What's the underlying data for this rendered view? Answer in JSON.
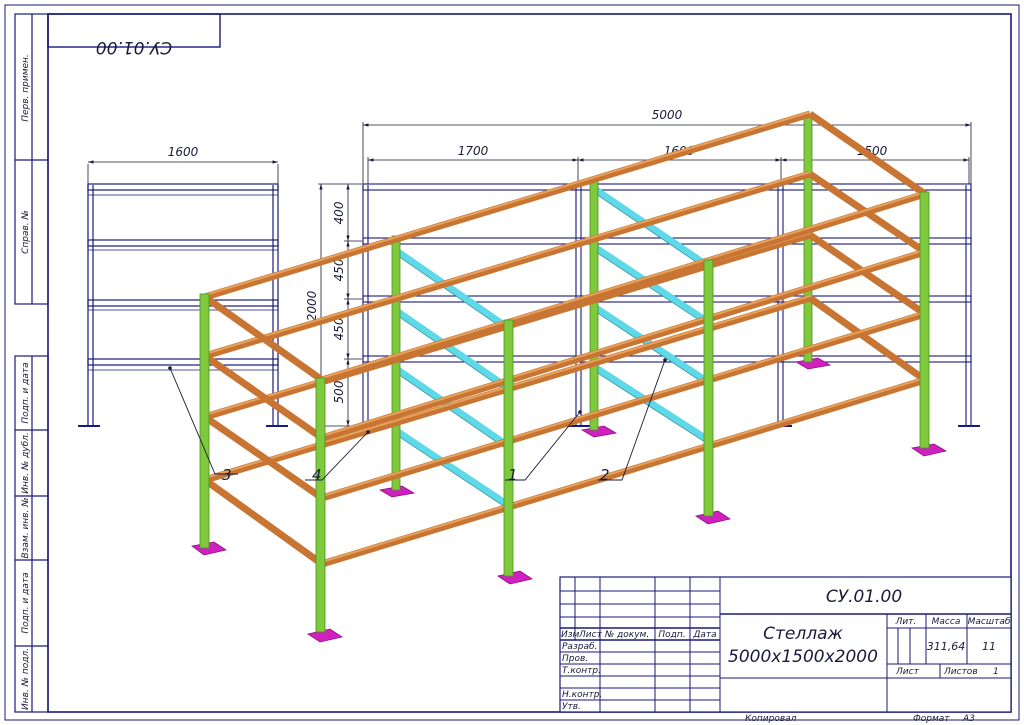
{
  "drawing": {
    "code_top": "СУ.01.00",
    "code": "СУ.01.00",
    "title_line1": "Стеллаж",
    "title_line2": "5000х1500х2000",
    "mass": "311,64",
    "scale": "11",
    "sheet_label": "Лист",
    "sheets_label": "Листов",
    "sheets_value": "1",
    "format_label": "Формат",
    "format_value": "А3",
    "copied_label": "Копировал"
  },
  "headers": {
    "lit": "Лит.",
    "mass": "Масса",
    "scale": "Масштаб",
    "izm": "Изм",
    "list": "Лист",
    "doc": "№ докум.",
    "sign": "Подп.",
    "date": "Дата"
  },
  "roles": [
    "Разраб.",
    "Пров.",
    "Т.контр.",
    "",
    "Н.контр.",
    "Утв."
  ],
  "side_labels": [
    "Перв. примен.",
    "Справ. №",
    "Подп. и дата",
    "Инв. № дубл.",
    "Взам. инв. №",
    "Подп. и дата",
    "Инв. № подл."
  ],
  "dimensions": {
    "overall": "5000",
    "side_width": "1600",
    "bay1": "1700",
    "bay2": "1600",
    "bay3": "1500",
    "height": "2000",
    "gap1": "400",
    "gap2": "450",
    "gap3": "450",
    "gap4": "500"
  },
  "callouts": [
    "3",
    "4",
    "1",
    "2"
  ],
  "colors": {
    "frame_line": "#1a1a7a",
    "beam": "#c87533",
    "beam_light": "#e8a15a",
    "post": "#7ec93c",
    "post_dark": "#4f8f1f",
    "cross": "#5fd8e8",
    "base_plate": "#d020c0"
  }
}
